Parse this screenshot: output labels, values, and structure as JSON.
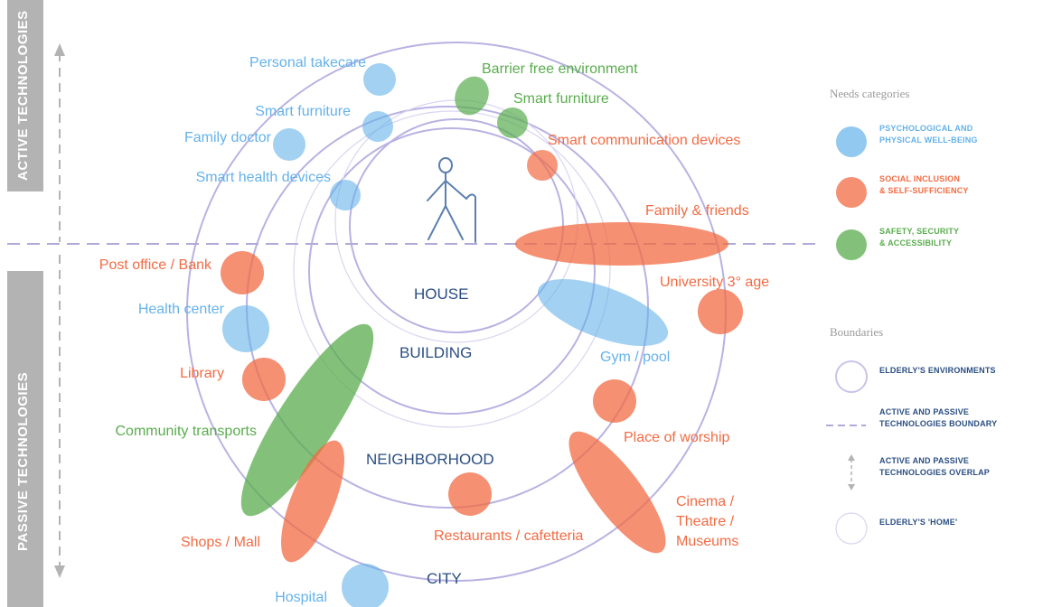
{
  "colors": {
    "blue": "#64b2ea",
    "orange": "#f26b43",
    "green": "#5aac4e",
    "ring": "#b8b2e2",
    "dash": "#b0aad8",
    "band": "#b3b3b3",
    "navy": "#2a4e82",
    "person": "#5c7fb0"
  },
  "side_bands": {
    "active": "ACTIVE TECHNOLOGIES",
    "passive": "PASSIVE TECHNOLOGIES"
  },
  "environments": {
    "house": "HOUSE",
    "building": "BUILDING",
    "neighborhood": "NEIGHBORHOOD",
    "city": "CITY"
  },
  "person_icon": "elderly-person-with-cane-icon",
  "needs": [
    {
      "label": "Personal takecare",
      "category": "blue"
    },
    {
      "label": "Smart furniture",
      "category": "blue"
    },
    {
      "label": "Family doctor",
      "category": "blue"
    },
    {
      "label": "Smart health devices",
      "category": "blue"
    },
    {
      "label": "Barrier free environment",
      "category": "green"
    },
    {
      "label": "Smart furniture",
      "category": "green"
    },
    {
      "label": "Smart communication devices",
      "category": "orange"
    },
    {
      "label": "Family & friends",
      "category": "orange"
    },
    {
      "label": "Post office / Bank",
      "category": "orange"
    },
    {
      "label": "Health center",
      "category": "blue"
    },
    {
      "label": "Library",
      "category": "orange"
    },
    {
      "label": "Community transports",
      "category": "green"
    },
    {
      "label": "University 3° age",
      "category": "orange"
    },
    {
      "label": "Gym / pool",
      "category": "blue"
    },
    {
      "label": "Place of worship",
      "category": "orange"
    },
    {
      "label": "Cinema /\nTheatre /\nMuseums",
      "category": "orange"
    },
    {
      "label": "Restaurants / cafetteria",
      "category": "orange"
    },
    {
      "label": "Shops / Mall",
      "category": "orange"
    },
    {
      "label": "Hospital",
      "category": "blue"
    }
  ],
  "legend": {
    "needs_title": "Needs categories",
    "needs": [
      {
        "text": "PSYCHOLOGICAL AND\nPHYSICAL WELL-BEING",
        "color": "#64b2ea"
      },
      {
        "text": "SOCIAL INCLUSION\n& SELF-SUFFICIENCY",
        "color": "#f26b43"
      },
      {
        "text": "SAFETY, SECURITY\n& ACCESSIBILITY",
        "color": "#5aac4e"
      }
    ],
    "boundaries_title": "Boundaries",
    "boundaries": [
      {
        "text": "ELDERLY'S ENVIRONMENTS",
        "symbol": "circle-outline-icon"
      },
      {
        "text": "ACTIVE AND PASSIVE\nTECHNOLOGIES BOUNDARY",
        "symbol": "dashed-line-icon"
      },
      {
        "text": "ACTIVE AND PASSIVE\nTECHNOLOGIES OVERLAP",
        "symbol": "double-arrow-icon"
      },
      {
        "text": "ELDERLY'S 'HOME'",
        "symbol": "thin-circle-icon"
      }
    ]
  }
}
